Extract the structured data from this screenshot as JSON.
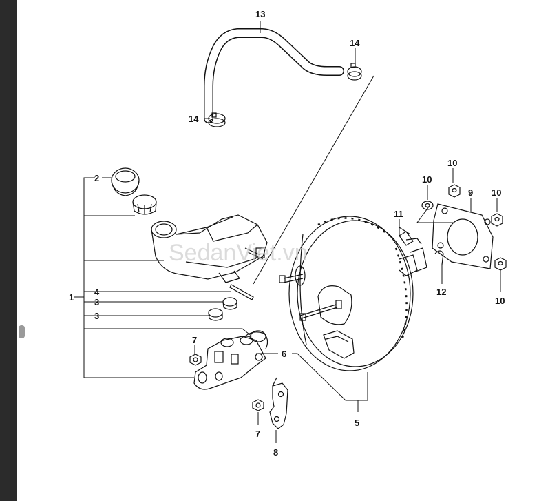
{
  "watermark": "SedanViet.vn",
  "callouts": {
    "c1": "1",
    "c2": "2",
    "c3a": "3",
    "c3b": "3",
    "c4": "4",
    "c5": "5",
    "c6": "6",
    "c7a": "7",
    "c7b": "7",
    "c8": "8",
    "c9": "9",
    "c10a": "10",
    "c10b": "10",
    "c10c": "10",
    "c10d": "10",
    "c11": "11",
    "c12": "12",
    "c13": "13",
    "c14a": "14",
    "c14b": "14"
  }
}
